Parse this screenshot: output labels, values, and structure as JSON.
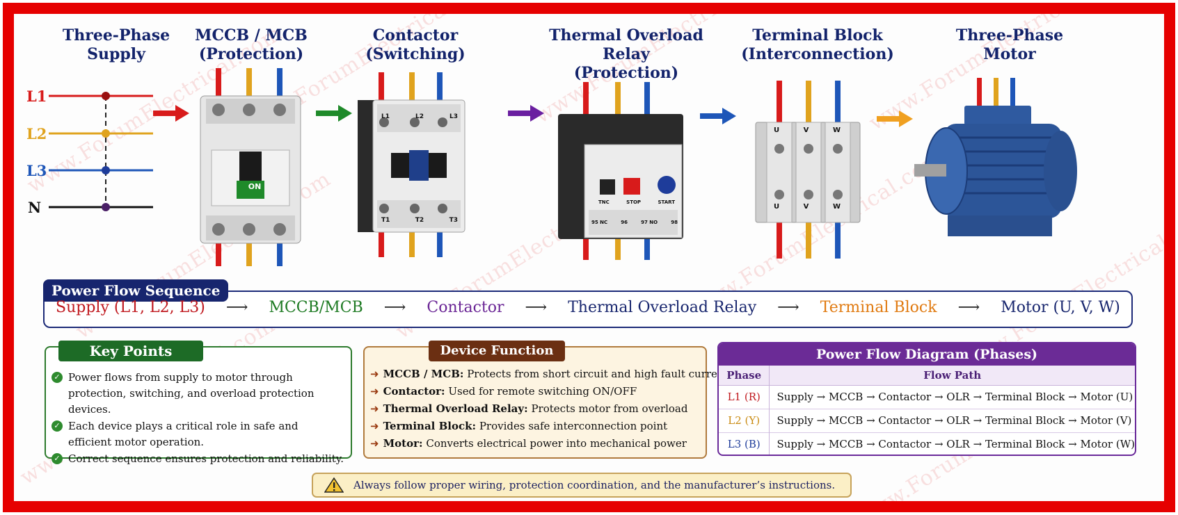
{
  "stages": [
    {
      "title1": "Three-Phase",
      "title2": "Supply"
    },
    {
      "title1": "MCCB / MCB",
      "title2": "(Protection)"
    },
    {
      "title1": "Contactor",
      "title2": "(Switching)"
    },
    {
      "title1": "Thermal Overload Relay",
      "title2": "(Protection)"
    },
    {
      "title1": "Terminal Block",
      "title2": "(Interconnection)"
    },
    {
      "title1": "Three-Phase",
      "title2": "Motor"
    }
  ],
  "supply_lines": [
    {
      "label": "L1",
      "color": "#d81b1b"
    },
    {
      "label": "L2",
      "color": "#e0a31e"
    },
    {
      "label": "L3",
      "color": "#1e56b8"
    },
    {
      "label": "N",
      "color": "#111111"
    }
  ],
  "arrow_colors": [
    "#d81b1b",
    "#1f8a2a",
    "#6a1fa0",
    "#1e56b8",
    "#f0a020"
  ],
  "device_labels": {
    "mccb_button": "ON",
    "contactor_top": [
      "L1",
      "L2",
      "L3"
    ],
    "contactor_bottom": [
      "T1",
      "T2",
      "T3"
    ],
    "olr_buttons": [
      "TNC",
      "STOP",
      "START"
    ],
    "olr_terminals": [
      "95 NC",
      "96",
      "97 NO",
      "98"
    ],
    "terminal_letters": [
      "U",
      "V",
      "W"
    ]
  },
  "power_flow": {
    "tag": "Power Flow Sequence",
    "steps": [
      {
        "text": "Supply (L1, L2, L3)",
        "color": "#c0181e"
      },
      {
        "text": "MCCB/MCB",
        "color": "#1d7a22"
      },
      {
        "text": "Contactor",
        "color": "#6a2595"
      },
      {
        "text": "Thermal Overload Relay",
        "color": "#18266e"
      },
      {
        "text": "Terminal Block",
        "color": "#e07a10"
      },
      {
        "text": "Motor (U, V, W)",
        "color": "#18266e"
      }
    ],
    "arrow": "⟶"
  },
  "key_points": {
    "title": "Key Points",
    "items": [
      "Power flows from supply to motor through protection, switching, and overload protection devices.",
      "Each device plays a critical role in safe and efficient motor operation.",
      "Correct sequence ensures protection and reliability."
    ]
  },
  "device_function": {
    "title": "Device Function",
    "items": [
      {
        "name": "MCCB / MCB:",
        "desc": "Protects from short circuit and high fault current"
      },
      {
        "name": "Contactor:",
        "desc": "Used for remote switching ON/OFF"
      },
      {
        "name": "Thermal Overload Relay:",
        "desc": "Protects motor from overload"
      },
      {
        "name": "Terminal Block:",
        "desc": "Provides safe interconnection point"
      },
      {
        "name": "Motor:",
        "desc": "Converts electrical power into mechanical power"
      }
    ]
  },
  "phase_diagram": {
    "title": "Power Flow Diagram (Phases)",
    "col_phase": "Phase",
    "col_path": "Flow Path",
    "rows": [
      {
        "phase": "L1 (R)",
        "color": "#c0181e",
        "path": "Supply → MCCB → Contactor → OLR → Terminal Block → Motor (U)"
      },
      {
        "phase": "L2 (Y)",
        "color": "#c98a10",
        "path": "Supply → MCCB → Contactor → OLR → Terminal Block → Motor (V)"
      },
      {
        "phase": "L3 (B)",
        "color": "#1e3c9a",
        "path": "Supply → MCCB → Contactor → OLR → Terminal Block → Motor (W)"
      }
    ]
  },
  "warning": "Always follow proper wiring, protection coordination, and the manufacturer’s instructions.",
  "watermark": "www.ForumElectrical.com"
}
